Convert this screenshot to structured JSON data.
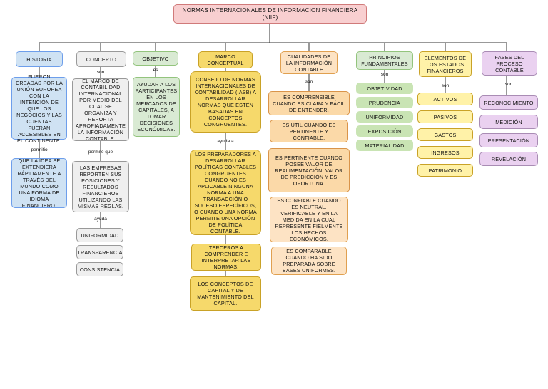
{
  "title": "NORMAS INTERNACIONALES DE INFORMACION FINANCIERA (NIIF)",
  "links": {
    "son": "son",
    "es": "es",
    "permitio": "permitio",
    "permite_que": "permite que",
    "ayuda": "ayuda",
    "ayuda_a": "ayuda a"
  },
  "historia": {
    "header": "HISTORIA",
    "text1": "FUERON CREADAS POR LA UNIÓN EUROPEA CON LA INTENCIÓN DE QUE LOS NEGOCIOS Y LAS CUENTAS FUERAN ACCESIBLES EN EL CONTINENTE.",
    "text2": "QUE LA IDEA SE EXTENDIERA RÁPIDAMENTE A TRAVÉS DEL MUNDO COMO UNA FORMA DE IDIOMA FINANCIERO."
  },
  "concepto": {
    "header": "CONCEPTO",
    "text1": "EL MARCO DE CONTABILIDAD INTERNACIONAL POR MEDIO DEL CUAL SE ORGANIZA Y REPORTA APROPIADAMENTE LA INFORMACIÓN CONTABLE.",
    "text2": "LAS EMPRESAS REPORTEN SUS POSICIONES Y RESULTADOS FINANCIEROS UTILIZANDO LAS MISMAS REGLAS.",
    "items": [
      "UNIFORMIDAD",
      "TRANSPARENCIA",
      "CONSISTENCIA"
    ]
  },
  "objetivo": {
    "header": "OBJETIVO",
    "text1": "AYUDAR A LOS PARTICIPANTES EN LOS MERCADOS DE CAPITALES, A TOMAR DECISIONES ECONÓMICAS."
  },
  "marco": {
    "header": "MARCO CONCEPTUAL",
    "text1": "CONSEJO DE NORMAS INTERNACIONALES DE CONTABILIDAD (IASB) A DESARROLLAR NORMAS QUE ESTÉN BASADAS EN CONCEPTOS CONGRUENTES.",
    "text2": "LOS PREPARADORES A DESARROLLAR POLÍTICAS CONTABLES CONGRUENTES CUANDO NO ES APLICABLE NINGUNA NORMA A UNA TRANSACCIÓN O SUCESO ESPECÍFICOS, O CUANDO UNA NORMA PERMITE UNA OPCIÓN DE POLÍTICA CONTABLE.",
    "text3": "TERCEROS A COMPRENDER E INTERPRETAR LAS NORMAS.",
    "text4": "LOS CONCEPTOS DE CAPITAL Y DE MANTENIMIENTO DEL CAPITAL."
  },
  "cualidades": {
    "header": "CUALIDADES DE LA INFORMACIÓN CONTABLE",
    "items": [
      "ES COMPRENSIBLE CUANDO ES CLARA Y FÁCIL DE ENTENDER.",
      "ES ÚTIL CUANDO ES PERTINENTE Y CONFIABLE.",
      "ES PERTINENTE CUANDO POSEE VALOR DE REALIMENTACIÓN, VALOR DE PREDICCIÓN Y ES OPORTUNA.",
      "ES CONFIABLE CUANDO ES NEUTRAL, VERIFICABLE Y EN LA MEDIDA EN LA CUAL REPRESENTE FIELMENTE LOS HECHOS ECONÓMICOS.",
      "ES COMPARABLE CUANDO HA SIDO PREPARADA SOBRE BASES UNIFORMES."
    ]
  },
  "principios": {
    "header": "PRINCIPIOS FUNDAMENTALES",
    "items": [
      "OBJETIVIDAD",
      "PRUDENCIA",
      "UNIFORMIDAD",
      "EXPOSICIÓN",
      "MATERIALIDAD"
    ]
  },
  "elementos": {
    "header": "ELEMENTOS DE LOS ESTADOS FINANCIEROS",
    "items": [
      "ACTIVOS",
      "PASIVOS",
      "GASTOS",
      "INGRESOS",
      "PATRIMONIO"
    ]
  },
  "fases": {
    "header": "FASES DEL PROCESO CONTABLE",
    "items": [
      "RECONOCIMIENTO",
      "MEDICIÓN",
      "PRESENTACIÓN",
      "REVELACIÓN"
    ]
  }
}
